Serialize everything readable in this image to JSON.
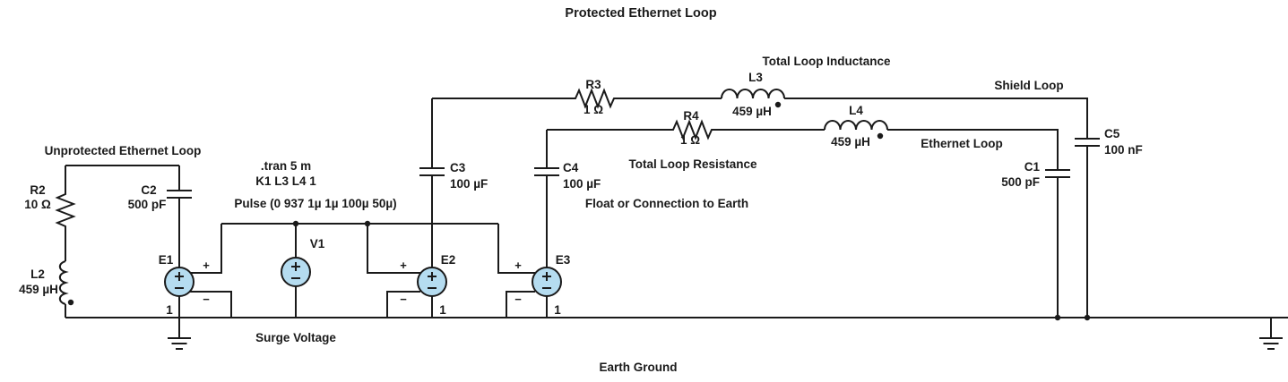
{
  "title": "Protected Ethernet Loop",
  "annotations": {
    "unprotected_loop": "Unprotected Ethernet Loop",
    "total_loop_inductance": "Total Loop Inductance",
    "shield_loop": "Shield Loop",
    "ethernet_loop": "Ethernet Loop",
    "total_loop_resistance": "Total Loop Resistance",
    "float_or_connection_to_earth": "Float or Connection to Earth",
    "surge_voltage": "Surge Voltage",
    "earth_ground": "Earth Ground"
  },
  "directives": {
    "tran": ".tran 5 m",
    "coupling": "K1 L3 L4 1",
    "pulse": "Pulse (0 937 1µ 1µ 100µ 50µ)"
  },
  "components": {
    "R2": {
      "ref": "R2",
      "value": "10 Ω"
    },
    "L2": {
      "ref": "L2",
      "value": "459 µH"
    },
    "C2": {
      "ref": "C2",
      "value": "500 pF"
    },
    "E1": {
      "ref": "E1",
      "gain": "1"
    },
    "V1": {
      "ref": "V1"
    },
    "E2": {
      "ref": "E2",
      "gain": "1"
    },
    "E3": {
      "ref": "E3",
      "gain": "1"
    },
    "C3": {
      "ref": "C3",
      "value": "100 µF"
    },
    "C4": {
      "ref": "C4",
      "value": "100 µF"
    },
    "R3": {
      "ref": "R3",
      "value": "1 Ω"
    },
    "R4": {
      "ref": "R4",
      "value": "1 Ω"
    },
    "L3": {
      "ref": "L3",
      "value": "459 µH"
    },
    "L4": {
      "ref": "L4",
      "value": "459 µH"
    },
    "C1": {
      "ref": "C1",
      "value": "500 pF"
    },
    "C5": {
      "ref": "C5",
      "value": "100 nF"
    }
  },
  "symbols": {
    "plus": "+",
    "minus": "−"
  },
  "colors": {
    "wire": "#1a1a1a",
    "source_fill": "#b5dcf0",
    "background": "#ffffff"
  }
}
